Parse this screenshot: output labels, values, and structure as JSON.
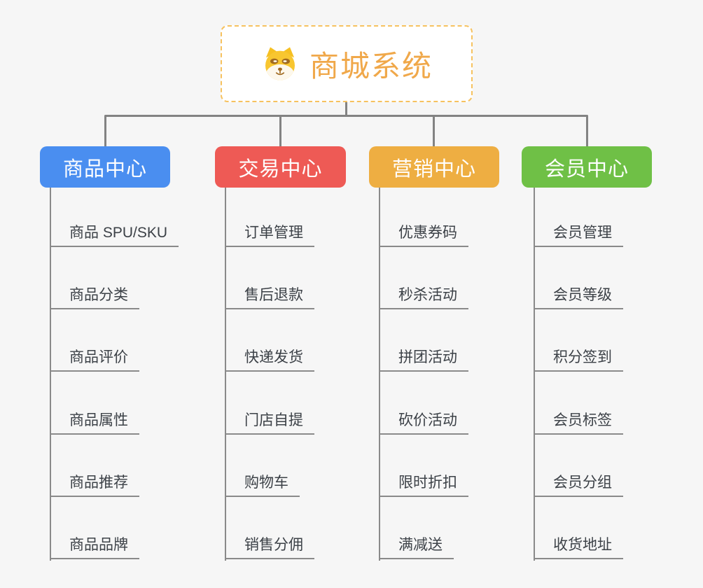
{
  "page": {
    "background_color": "#f6f6f6",
    "connector_color": "#838383",
    "item_text_color": "#3c4147"
  },
  "root": {
    "title": "商城系统",
    "title_color": "#f0a84a",
    "border_color": "#f6c25f",
    "icon": "dog-face-icon"
  },
  "branches": [
    {
      "label": "商品中心",
      "color": "#4a8ef0",
      "children": [
        "商品 SPU/SKU",
        "商品分类",
        "商品评价",
        "商品属性",
        "商品推荐",
        "商品品牌"
      ]
    },
    {
      "label": "交易中心",
      "color": "#ee5a55",
      "children": [
        "订单管理",
        "售后退款",
        "快递发货",
        "门店自提",
        "购物车",
        "销售分佣"
      ]
    },
    {
      "label": "营销中心",
      "color": "#eeae42",
      "children": [
        "优惠券码",
        "秒杀活动",
        "拼团活动",
        "砍价活动",
        "限时折扣",
        "满减送"
      ]
    },
    {
      "label": "会员中心",
      "color": "#6fc046",
      "children": [
        "会员管理",
        "会员等级",
        "积分签到",
        "会员标签",
        "会员分组",
        "收货地址"
      ]
    }
  ]
}
